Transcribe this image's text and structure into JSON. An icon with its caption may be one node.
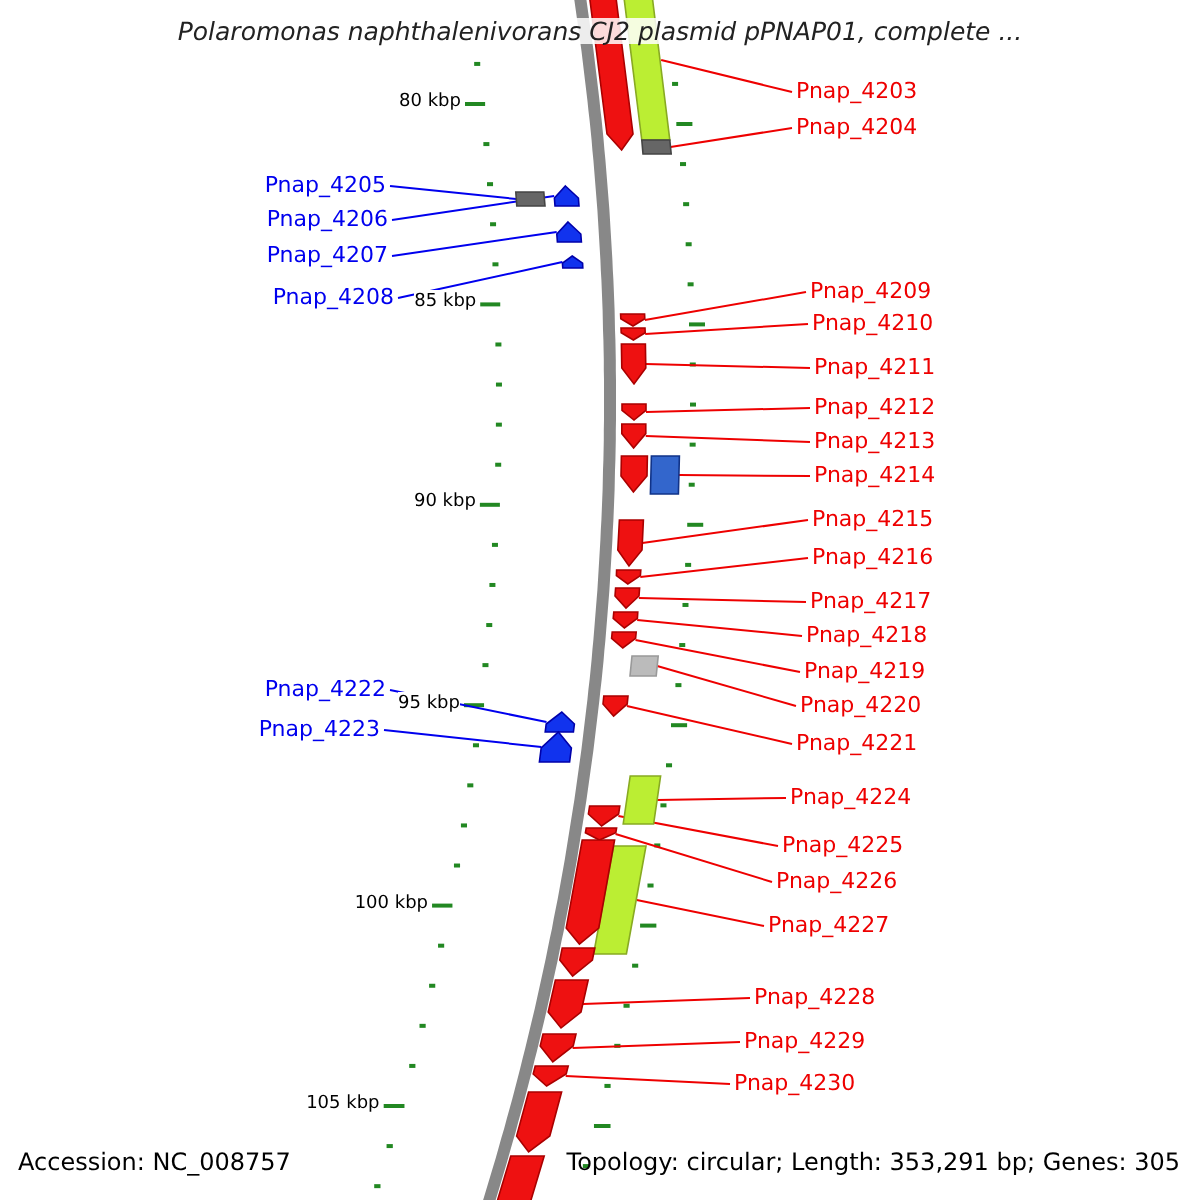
{
  "diagram": {
    "title": "Polaromonas naphthalenivorans CJ2 plasmid pPNAP01, complete ...",
    "nodes": [
      {
        "text": [],
        "shape": "arrow"
      },
      {
        "text": [],
        "shape": "arrow"
      },
      {
        "text": [
          "Pnap_4203"
        ]
      },
      {
        "text": [],
        "shape": "arrow"
      },
      {
        "text": [
          "Pnap_4204"
        ]
      },
      {
        "text": [
          "Pnap_4205"
        ]
      },
      {
        "text": [],
        "shape": "arrow"
      },
      {
        "text": [
          "Pnap_4206"
        ]
      },
      {
        "text": [],
        "shape": "arrow"
      },
      {
        "text": [
          "Pnap_4207"
        ]
      },
      {
        "text": [],
        "shape": "arrow"
      },
      {
        "text": [
          "Pnap_4208"
        ]
      },
      {
        "text": [],
        "shape": "arrow"
      },
      {
        "text": [
          "Pnap_4209"
        ]
      },
      {
        "text": [],
        "shape": "arrow"
      },
      {
        "text": [
          "Pnap_4210"
        ]
      },
      {
        "text": [],
        "shape": "arrow"
      },
      {
        "text": [
          "Pnap_4211"
        ]
      },
      {
        "text": [],
        "shape": "arrow"
      },
      {
        "text": [
          "Pnap_4212"
        ]
      },
      {
        "text": [],
        "shape": "arrow"
      },
      {
        "text": [
          "Pnap_4213"
        ]
      },
      {
        "text": [],
        "shape": "arrow"
      },
      {
        "text": [],
        "shape": "arrow"
      },
      {
        "text": [
          "Pnap_4214"
        ]
      },
      {
        "text": [],
        "shape": "arrow"
      },
      {
        "text": [
          "Pnap_4215"
        ]
      },
      {
        "text": [],
        "shape": "arrow"
      },
      {
        "text": [
          "Pnap_4216"
        ]
      },
      {
        "text": [],
        "shape": "arrow"
      },
      {
        "text": [
          "Pnap_4217"
        ]
      },
      {
        "text": [],
        "shape": "arrow"
      },
      {
        "text": [
          "Pnap_4218"
        ]
      },
      {
        "text": [],
        "shape": "arrow"
      },
      {
        "text": [
          "Pnap_4219"
        ]
      },
      {
        "text": [],
        "shape": "arrow"
      },
      {
        "text": [
          "Pnap_4220"
        ]
      },
      {
        "text": [],
        "shape": "arrow"
      },
      {
        "text": [
          "Pnap_4221"
        ]
      },
      {
        "text": [],
        "shape": "arrow"
      },
      {
        "text": [
          "Pnap_4222"
        ]
      },
      {
        "text": [],
        "shape": "arrow"
      },
      {
        "text": [
          "Pnap_4223"
        ]
      },
      {
        "text": [],
        "shape": "arrow"
      },
      {
        "text": [
          "Pnap_4224"
        ]
      },
      {
        "text": [],
        "shape": "arrow"
      },
      {
        "text": [
          "Pnap_4225"
        ]
      },
      {
        "text": [],
        "shape": "arrow"
      },
      {
        "text": [
          "Pnap_4226"
        ]
      },
      {
        "text": [],
        "shape": "arrow"
      },
      {
        "text": [
          "Pnap_4227"
        ]
      },
      {
        "text": [],
        "shape": "arrow"
      },
      {
        "text": [],
        "shape": "arrow"
      },
      {
        "text": [],
        "shape": "arrow"
      },
      {
        "text": [
          "Pnap_4228"
        ]
      },
      {
        "text": [],
        "shape": "arrow"
      },
      {
        "text": [
          "Pnap_4229"
        ]
      },
      {
        "text": [],
        "shape": "arrow"
      },
      {
        "text": [
          "Pnap_4230"
        ]
      },
      {
        "text": [],
        "shape": "arrow"
      },
      {
        "text": [],
        "shape": "arrow"
      },
      {
        "text": [],
        "shape": "arrow"
      }
    ],
    "edges": [
      {
        "from": 2,
        "to": 1,
        "arrow": "none"
      },
      {
        "from": 4,
        "to": 3,
        "arrow": "none"
      },
      {
        "from": 5,
        "to": 6,
        "arrow": "none",
        "color": "#0000ee"
      },
      {
        "from": 7,
        "to": 8,
        "arrow": "none",
        "color": "#0000ee"
      },
      {
        "from": 9,
        "to": 10,
        "arrow": "none",
        "color": "#0000ee"
      },
      {
        "from": 11,
        "to": 12,
        "arrow": "none",
        "color": "#0000ee"
      },
      {
        "from": 13,
        "to": 14,
        "arrow": "none"
      },
      {
        "from": 15,
        "to": 16,
        "arrow": "none"
      },
      {
        "from": 17,
        "to": 18,
        "arrow": "none"
      },
      {
        "from": 19,
        "to": 20,
        "arrow": "none"
      },
      {
        "from": 21,
        "to": 22,
        "arrow": "none"
      },
      {
        "from": 24,
        "to": 25,
        "arrow": "none"
      },
      {
        "from": 26,
        "to": 27,
        "arrow": "none"
      },
      {
        "from": 28,
        "to": 29,
        "arrow": "none"
      },
      {
        "from": 30,
        "to": 31,
        "arrow": "none"
      },
      {
        "from": 32,
        "to": 33,
        "arrow": "none"
      },
      {
        "from": 34,
        "to": 35,
        "arrow": "none"
      },
      {
        "from": 36,
        "to": 37,
        "arrow": "none"
      },
      {
        "from": 38,
        "to": 39,
        "arrow": "none"
      },
      {
        "from": 40,
        "to": 41,
        "arrow": "none",
        "color": "#0000ee"
      },
      {
        "from": 42,
        "to": 43,
        "arrow": "none",
        "color": "#0000ee"
      },
      {
        "from": 44,
        "to": 45,
        "arrow": "none"
      },
      {
        "from": 46,
        "to": 47,
        "arrow": "none"
      },
      {
        "from": 48,
        "to": 49,
        "arrow": "none"
      },
      {
        "from": 50,
        "to": 51,
        "arrow": "none"
      },
      {
        "from": 54,
        "to": 55,
        "arrow": "none"
      },
      {
        "from": 56,
        "to": 57,
        "arrow": "none"
      },
      {
        "from": 58,
        "to": 59,
        "arrow": "none"
      }
    ],
    "labels": [
      "80 kbp",
      "85 kbp",
      "90 kbp",
      "95 kbp",
      "100 kbp",
      "105 kbp",
      "Accession: NC_008757",
      "Topology: circular; Length: 353,291 bp; Genes: 305"
    ]
  }
}
